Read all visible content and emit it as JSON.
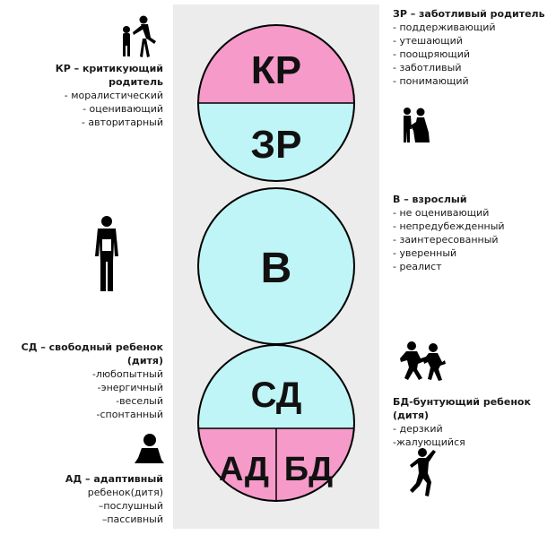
{
  "colors": {
    "parent_top": "#f59ac9",
    "cyan": "#bff5f6",
    "child_bottom": "#f59ac9",
    "outline": "#000000",
    "background": "#ececec"
  },
  "circles": {
    "kr": "КР",
    "zr": "ЗР",
    "v": "В",
    "sd": "СД",
    "ad": "АД",
    "bd": "БД"
  },
  "labels": {
    "kr": {
      "head1": "КР – критикующий",
      "head2": "родитель",
      "items": [
        "- моралистический",
        "- оценивающий",
        "- авторитарный"
      ]
    },
    "zr": {
      "head": "ЗР – заботливый родитель",
      "items": [
        "- поддерживающий",
        "- утешающий",
        "- поощряющий",
        "- заботливый",
        "- понимающий"
      ]
    },
    "v": {
      "head": "В – взрослый",
      "items": [
        "- не оценивающий",
        "- непредубежденный",
        "- заинтересованный",
        "- уверенный",
        "- реалист"
      ]
    },
    "sd": {
      "head1": "СД – свободный ребенок",
      "head2": "(дитя)",
      "items": [
        "-любопытный",
        "-энергичный",
        "-веселый",
        "-спонтанный"
      ]
    },
    "bd": {
      "head1": "БД-бунтующий ребенок",
      "head2": "(дитя)",
      "items": [
        "- дерзкий",
        "-жалующийся"
      ]
    },
    "ad": {
      "head": "АД – адаптивный",
      "items": [
        "ребенок(дитя)",
        "–послушный",
        "–пассивный"
      ]
    }
  },
  "icons": {
    "kr": "parent-scolding-child-icon",
    "zr": "parent-hugging-child-icon",
    "v": "businessman-icon",
    "sd": "children-playing-icon",
    "ad": "sitting-child-icon",
    "bd": "jumping-child-icon"
  }
}
